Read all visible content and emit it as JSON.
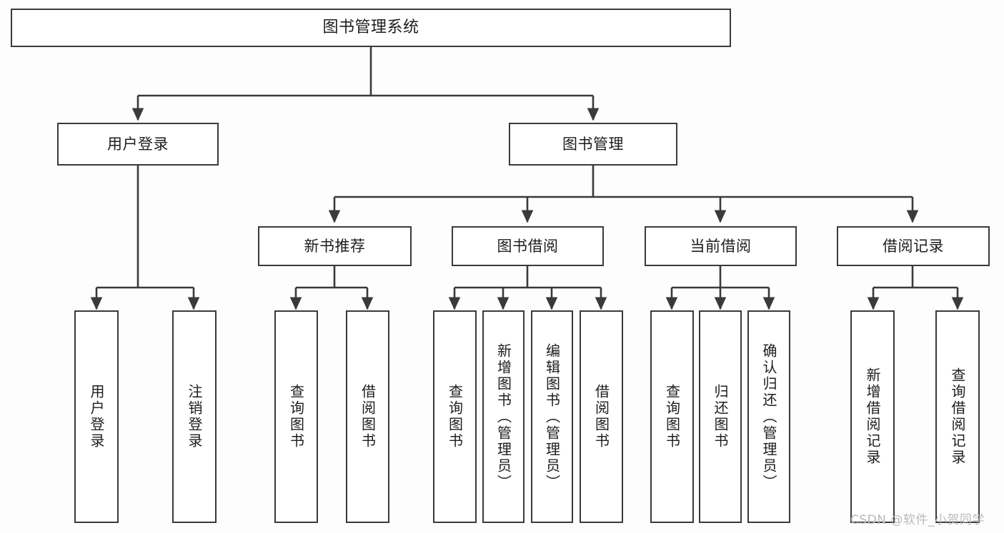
{
  "diagram": {
    "title": "图书管理系统",
    "type": "tree",
    "colors": {
      "background": "#fdfdfd",
      "node_fill": "#ffffff",
      "node_border": "#3a3a3a",
      "connector": "#3a3a3a",
      "text": "#1d1d1d",
      "watermark": "#b9b9b9"
    },
    "nodes": {
      "root": {
        "label": "图书管理系统"
      },
      "level2": [
        {
          "id": "user-login",
          "label": "用户登录"
        },
        {
          "id": "book-manage",
          "label": "图书管理"
        }
      ],
      "level3": [
        {
          "id": "new-book-rec",
          "label": "新书推荐"
        },
        {
          "id": "book-borrow",
          "label": "图书借阅"
        },
        {
          "id": "current-borrow",
          "label": "当前借阅"
        },
        {
          "id": "borrow-record",
          "label": "借阅记录"
        }
      ],
      "leaves": [
        {
          "id": "leaf-user-login",
          "label": "用户登录",
          "parent": "user-login"
        },
        {
          "id": "leaf-user-logout",
          "label": "注销登录",
          "parent": "user-login"
        },
        {
          "id": "leaf-query-book-1",
          "label": "查询图书",
          "parent": "new-book-rec"
        },
        {
          "id": "leaf-borrow-book-1",
          "label": "借阅图书",
          "parent": "new-book-rec"
        },
        {
          "id": "leaf-query-book-2",
          "label": "查询图书",
          "parent": "book-borrow"
        },
        {
          "id": "leaf-add-book",
          "label": "新增图书（管理员）",
          "parent": "book-borrow"
        },
        {
          "id": "leaf-edit-book",
          "label": "编辑图书（管理员）",
          "parent": "book-borrow"
        },
        {
          "id": "leaf-borrow-book-2",
          "label": "借阅图书",
          "parent": "book-borrow"
        },
        {
          "id": "leaf-query-book-3",
          "label": "查询图书",
          "parent": "current-borrow"
        },
        {
          "id": "leaf-return-book",
          "label": "归还图书",
          "parent": "current-borrow"
        },
        {
          "id": "leaf-confirm-return",
          "label": "确认归还（管理员）",
          "parent": "current-borrow"
        },
        {
          "id": "leaf-add-record",
          "label": "新增借阅记录",
          "parent": "borrow-record"
        },
        {
          "id": "leaf-query-record",
          "label": "查询借阅记录",
          "parent": "borrow-record"
        }
      ]
    },
    "watermark": "CSDN @软件_小贺同学"
  }
}
